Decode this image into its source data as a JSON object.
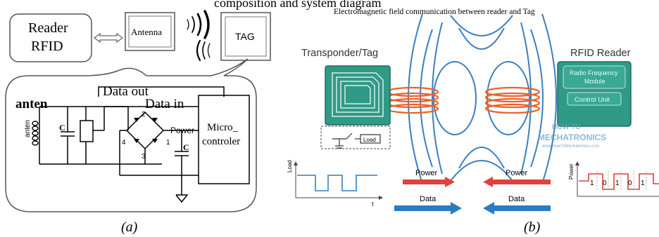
{
  "top_partial_text": "composition and system diagram",
  "left": {
    "reader_label_line1": "Reader",
    "reader_label_line2": "RFID",
    "antenna_label": "Antenna",
    "tag_label": "TAG",
    "data_out": "Data out",
    "data_in": "Data in",
    "anten": "anten",
    "anten_coil": "anten",
    "cap1": "C",
    "cap2": "C",
    "power": "Power",
    "micro_line1": "Micro_",
    "micro_line2": "controler",
    "diode_nums": [
      "1",
      "2",
      "3",
      "4"
    ],
    "caption": "(a)"
  },
  "right": {
    "title": "Electromagnetic field communication between reader and Tag",
    "transponder_label": "Transponder/Tag",
    "reader_label": "RFID Reader",
    "rf_module_line1": "Radio Frequency",
    "rf_module_line2": "Module",
    "control_unit": "Control Unit",
    "load_label": "Load",
    "watermark_line1": "HOW TO",
    "watermark_line2": "MECHATRONICS",
    "watermark_url": "www.HowToMechatronics.com",
    "left_graph_ylabel": "Load",
    "left_graph_xlabel": "t",
    "power_label_left": "Power",
    "power_label_right": "Power",
    "data_label_left": "Data",
    "data_label_right": "Data",
    "right_graph_ylabel": "Power",
    "bits": [
      "1",
      "0",
      "1",
      "0",
      "1"
    ],
    "caption": "(b)"
  },
  "colors": {
    "tag_green": "#2f9a86",
    "reader_green": "#2f9a86",
    "coil_orange": "#e8632b",
    "field_blue": "#3a7fc1",
    "arrow_red": "#e0413a",
    "arrow_blue": "#2a7cc1",
    "signal_blue": "#4a90c8",
    "signal_red": "#e0413a"
  }
}
